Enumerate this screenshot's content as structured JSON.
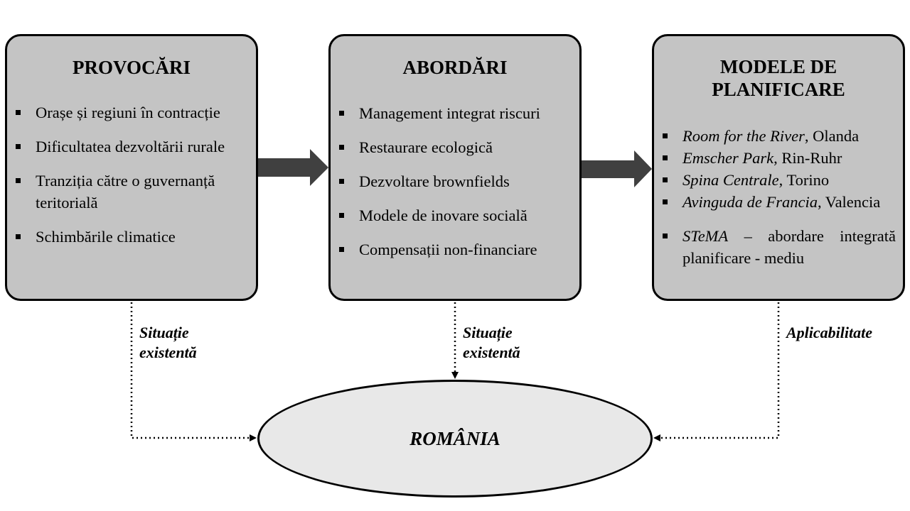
{
  "boxes": {
    "provocari": {
      "title": "PROVOCĂRI",
      "items": [
        {
          "text": "Orașe și regiuni în contracție"
        },
        {
          "text": "Dificultatea dezvoltării rurale"
        },
        {
          "text": "Tranziția către o guvernanță teritorială"
        },
        {
          "text": "Schimbările climatice"
        }
      ]
    },
    "abordari": {
      "title": "ABORDĂRI",
      "items": [
        {
          "text": "Management integrat riscuri"
        },
        {
          "text": "Restaurare ecologică"
        },
        {
          "text": "Dezvoltare brownfields"
        },
        {
          "text": "Modele de inovare socială"
        },
        {
          "text": "Compensații non-financiare"
        }
      ]
    },
    "modele": {
      "title_line1": "MODELE DE",
      "title_line2": "PLANIFICARE",
      "items": [
        {
          "em": "Room for the River",
          "rest": ", Olanda"
        },
        {
          "em": "Emscher Park",
          "rest": ", Rin-Ruhr"
        },
        {
          "em": "Spina Centrale",
          "rest": ", Torino"
        },
        {
          "em": "Avinguda de Francia",
          "rest": ", Valencia"
        },
        {
          "em": "STeMA",
          "rest": " – abordare integrată planificare - mediu"
        }
      ]
    }
  },
  "connectors": {
    "left_label_line1": "Situație",
    "left_label_line2": "existentă",
    "middle_label_line1": "Situație",
    "middle_label_line2": "existentă",
    "right_label": "Aplicabilitate"
  },
  "target": {
    "label": "ROMÂNIA"
  },
  "colors": {
    "box_fill": "#c4c4c4",
    "arrow_fill": "#404040",
    "ellipse_fill": "#e8e8e8",
    "outline": "#000000"
  }
}
